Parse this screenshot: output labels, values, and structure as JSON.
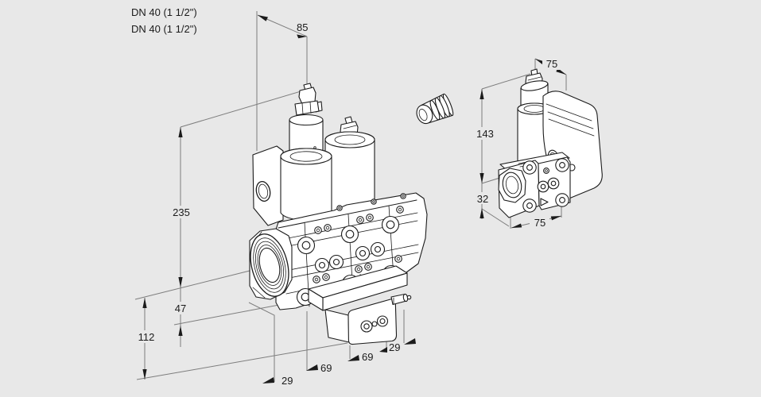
{
  "drawing": {
    "background_color": "#e8e8e8",
    "outline_color": "#1b1b1b",
    "dimension_line_color": "#7d7d7d",
    "connection_labels": {
      "line1": "DN 40 (1 1/2\")",
      "line2": "DN 40 (1 1/2\")"
    },
    "main_view": {
      "dimensions": {
        "coil_offset_top": "85",
        "height_total": "235",
        "axis_to_body_bottom": "47",
        "axis_to_lowest_point": "112",
        "bottom_chain": [
          "29",
          "69",
          "69",
          "29"
        ]
      }
    },
    "side_view": {
      "dimensions": {
        "width_top": "75",
        "height_total": "143",
        "axis_to_bottom": "32",
        "width_bottom": "75"
      }
    }
  }
}
